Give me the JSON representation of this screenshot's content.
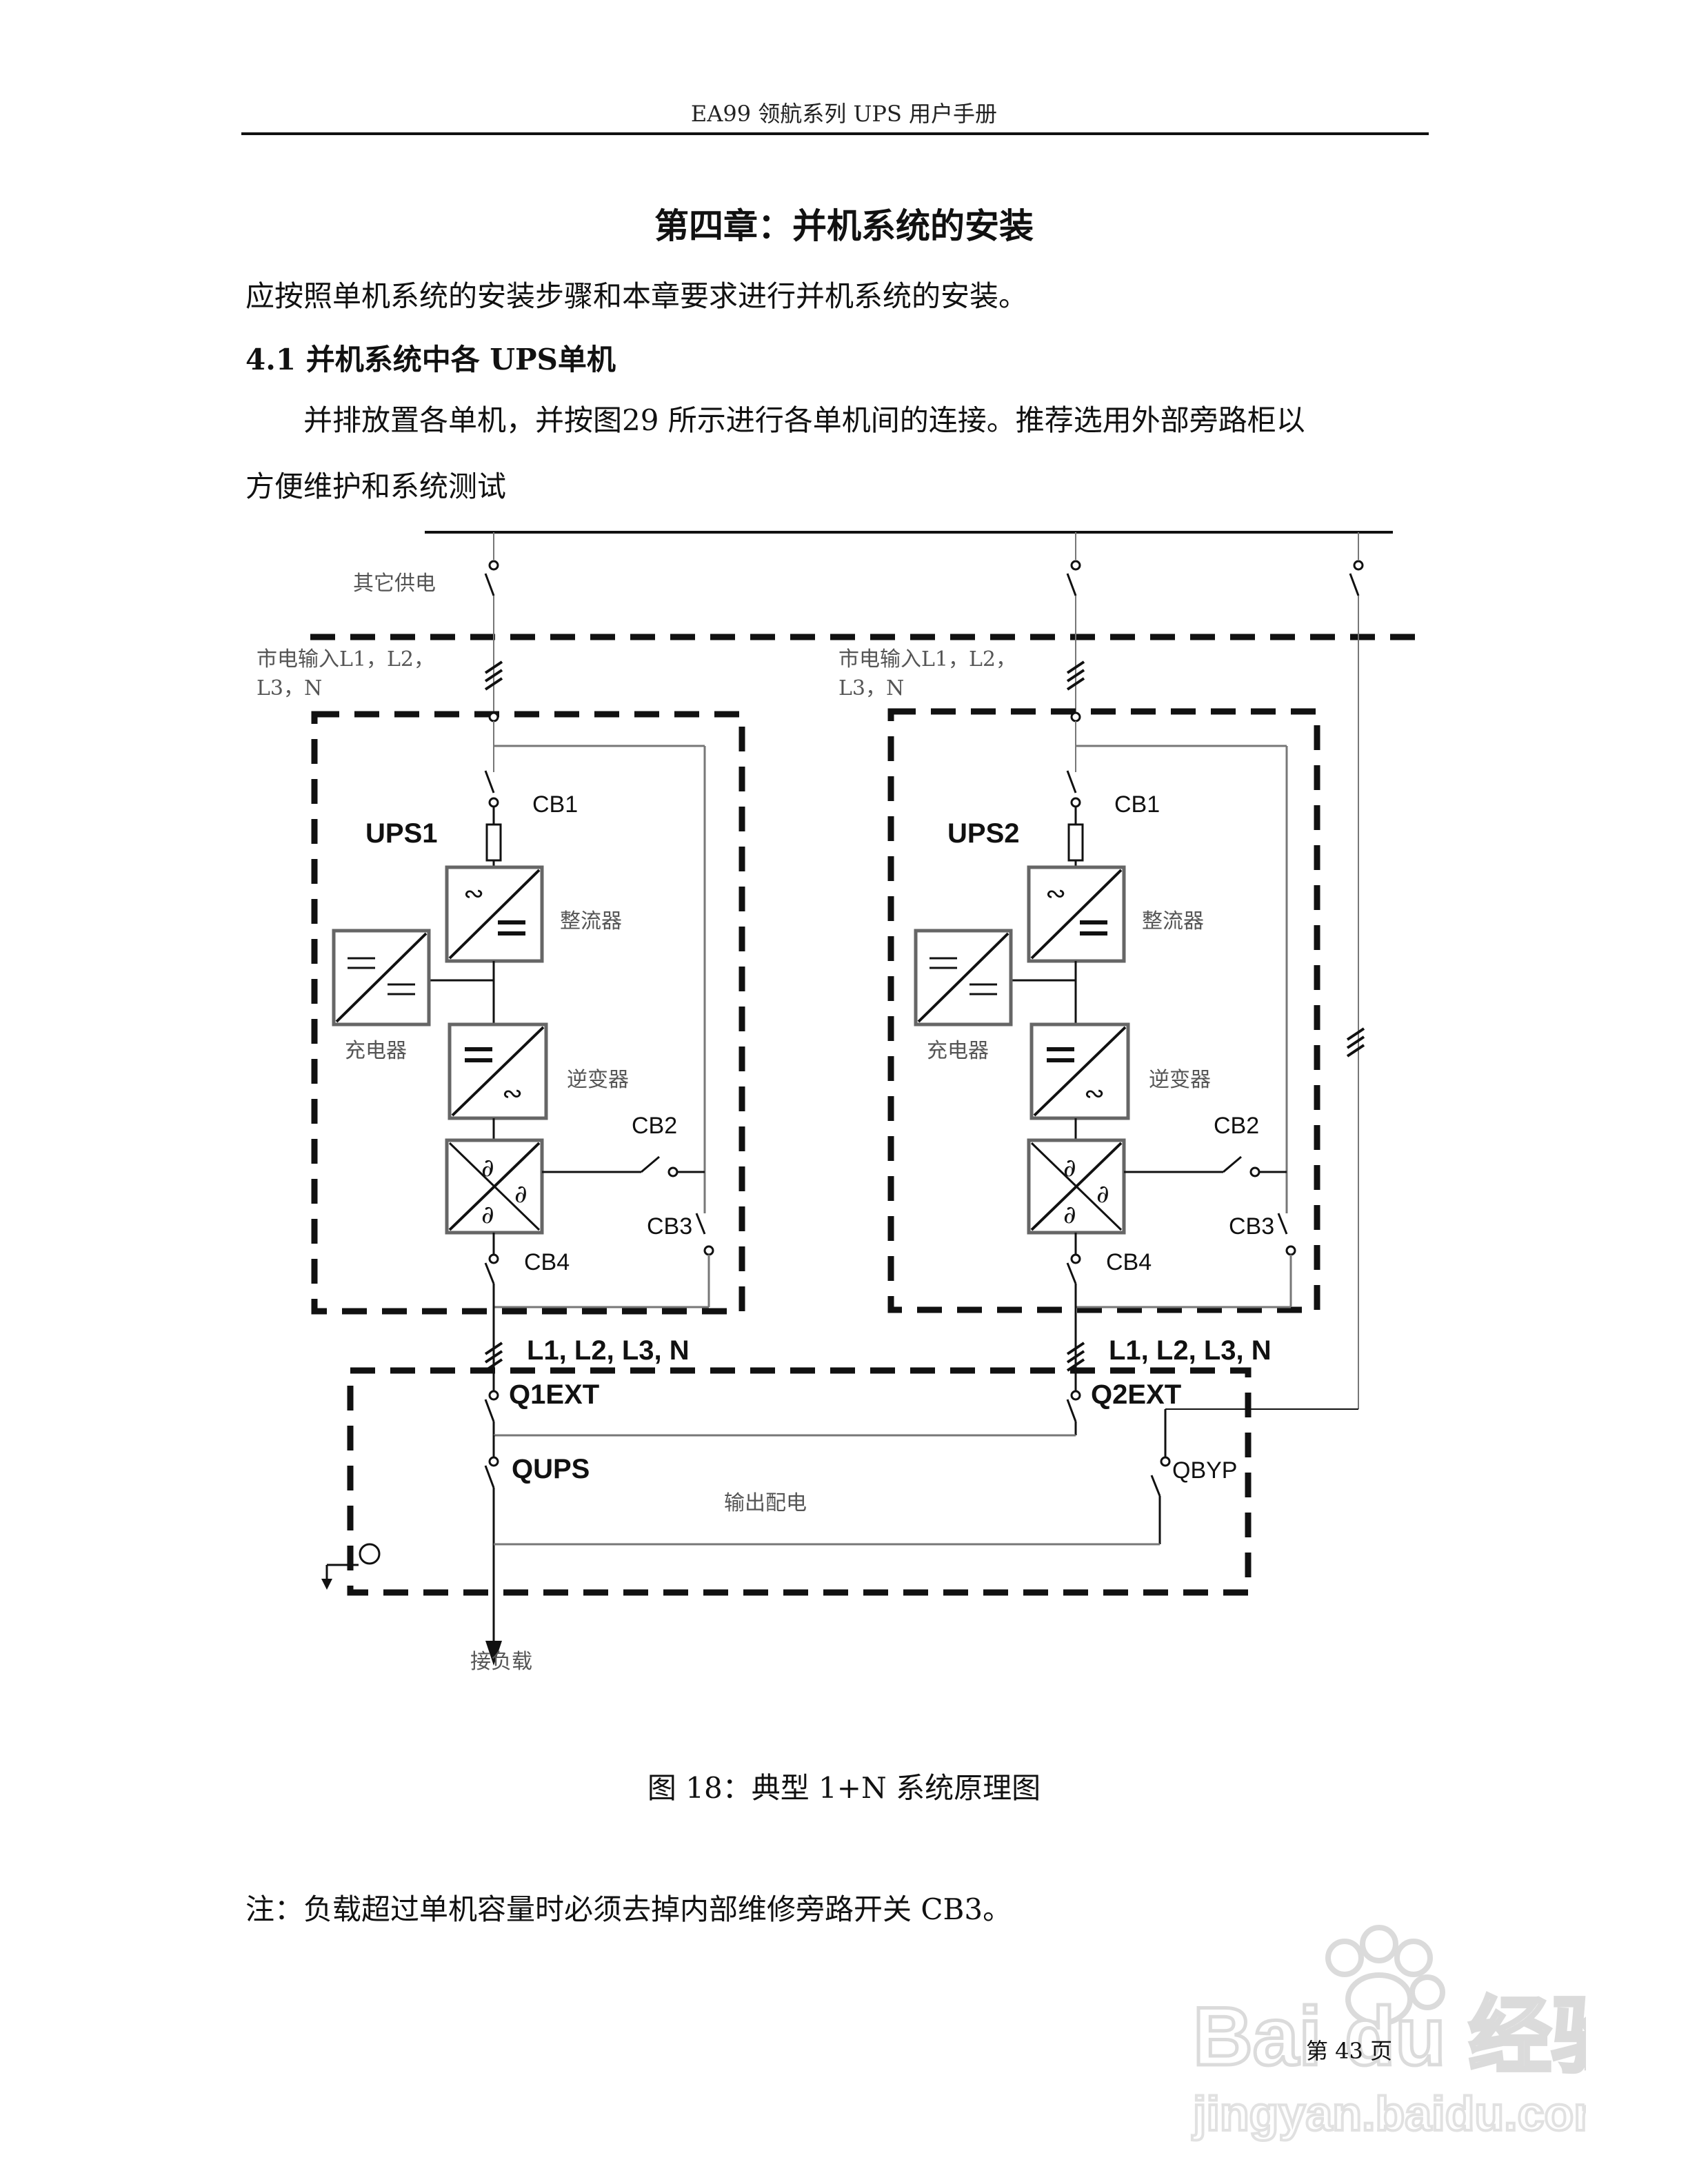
{
  "header": {
    "title": "EA99 领航系列 UPS 用户手册"
  },
  "chapter_title": "第四章：并机系统的安装",
  "intro": "应按照单机系统的安装步骤和本章要求进行并机系统的安装。",
  "section": {
    "heading": "4.1 并机系统中各 UPS单机",
    "para_line1": "并排放置各单机，并按图29 所示进行各单机间的连接。推荐选用外部旁路柜以",
    "para_line2": "方便维护和系统测试"
  },
  "diagram": {
    "other_supply": "其它供电",
    "mains_input_1": "市电输入L1，L2，",
    "mains_input_2": "L3，N",
    "units": [
      {
        "name": "UPS1",
        "cb1": "CB1",
        "rectifier": "整流器",
        "charger": "充电器",
        "inverter": "逆变器",
        "cb2": "CB2",
        "cb3": "CB3",
        "cb4": "CB4",
        "phases": "L1, L2, L3, N",
        "qext": "Q1EXT"
      },
      {
        "name": "UPS2",
        "cb1": "CB1",
        "rectifier": "整流器",
        "charger": "充电器",
        "inverter": "逆变器",
        "cb2": "CB2",
        "cb3": "CB3",
        "cb4": "CB4",
        "phases": "L1, L2, L3, N",
        "qext": "Q2EXT"
      }
    ],
    "qups": "QUPS",
    "qbyp": "QBYP",
    "output_distribution": "输出配电",
    "load": "接负载"
  },
  "figure_caption": "图 18：典型 1+N 系统原理图",
  "note": "注：负载超过单机容量时必须去掉内部维修旁路开关 CB3。",
  "page_number": "第 43 页",
  "watermark": {
    "brand": "Baidu经验",
    "url": "jingyan.baidu.com"
  }
}
